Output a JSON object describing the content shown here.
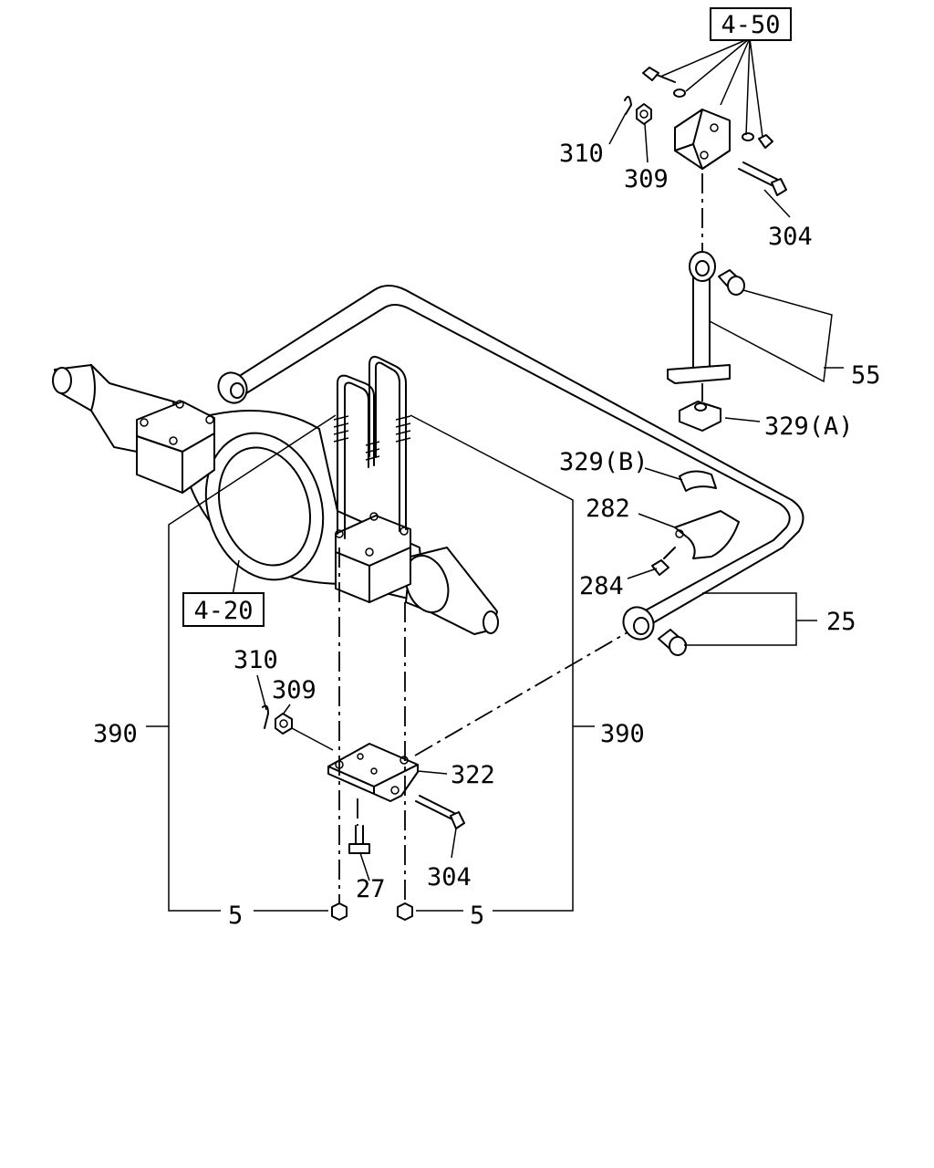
{
  "ref_boxes": {
    "top": "4-50",
    "axle": "4-20"
  },
  "labels": {
    "p310_top": "310",
    "p309_top": "309",
    "p304_top": "304",
    "p55": "55",
    "p329a": "329(A)",
    "p329b": "329(B)",
    "p282": "282",
    "p284": "284",
    "p25": "25",
    "p310_bottom": "310",
    "p309_bottom": "309",
    "p390_left": "390",
    "p390_right": "390",
    "p322": "322",
    "p304_bottom": "304",
    "p27": "27",
    "p5_left": "5",
    "p5_right": "5"
  }
}
